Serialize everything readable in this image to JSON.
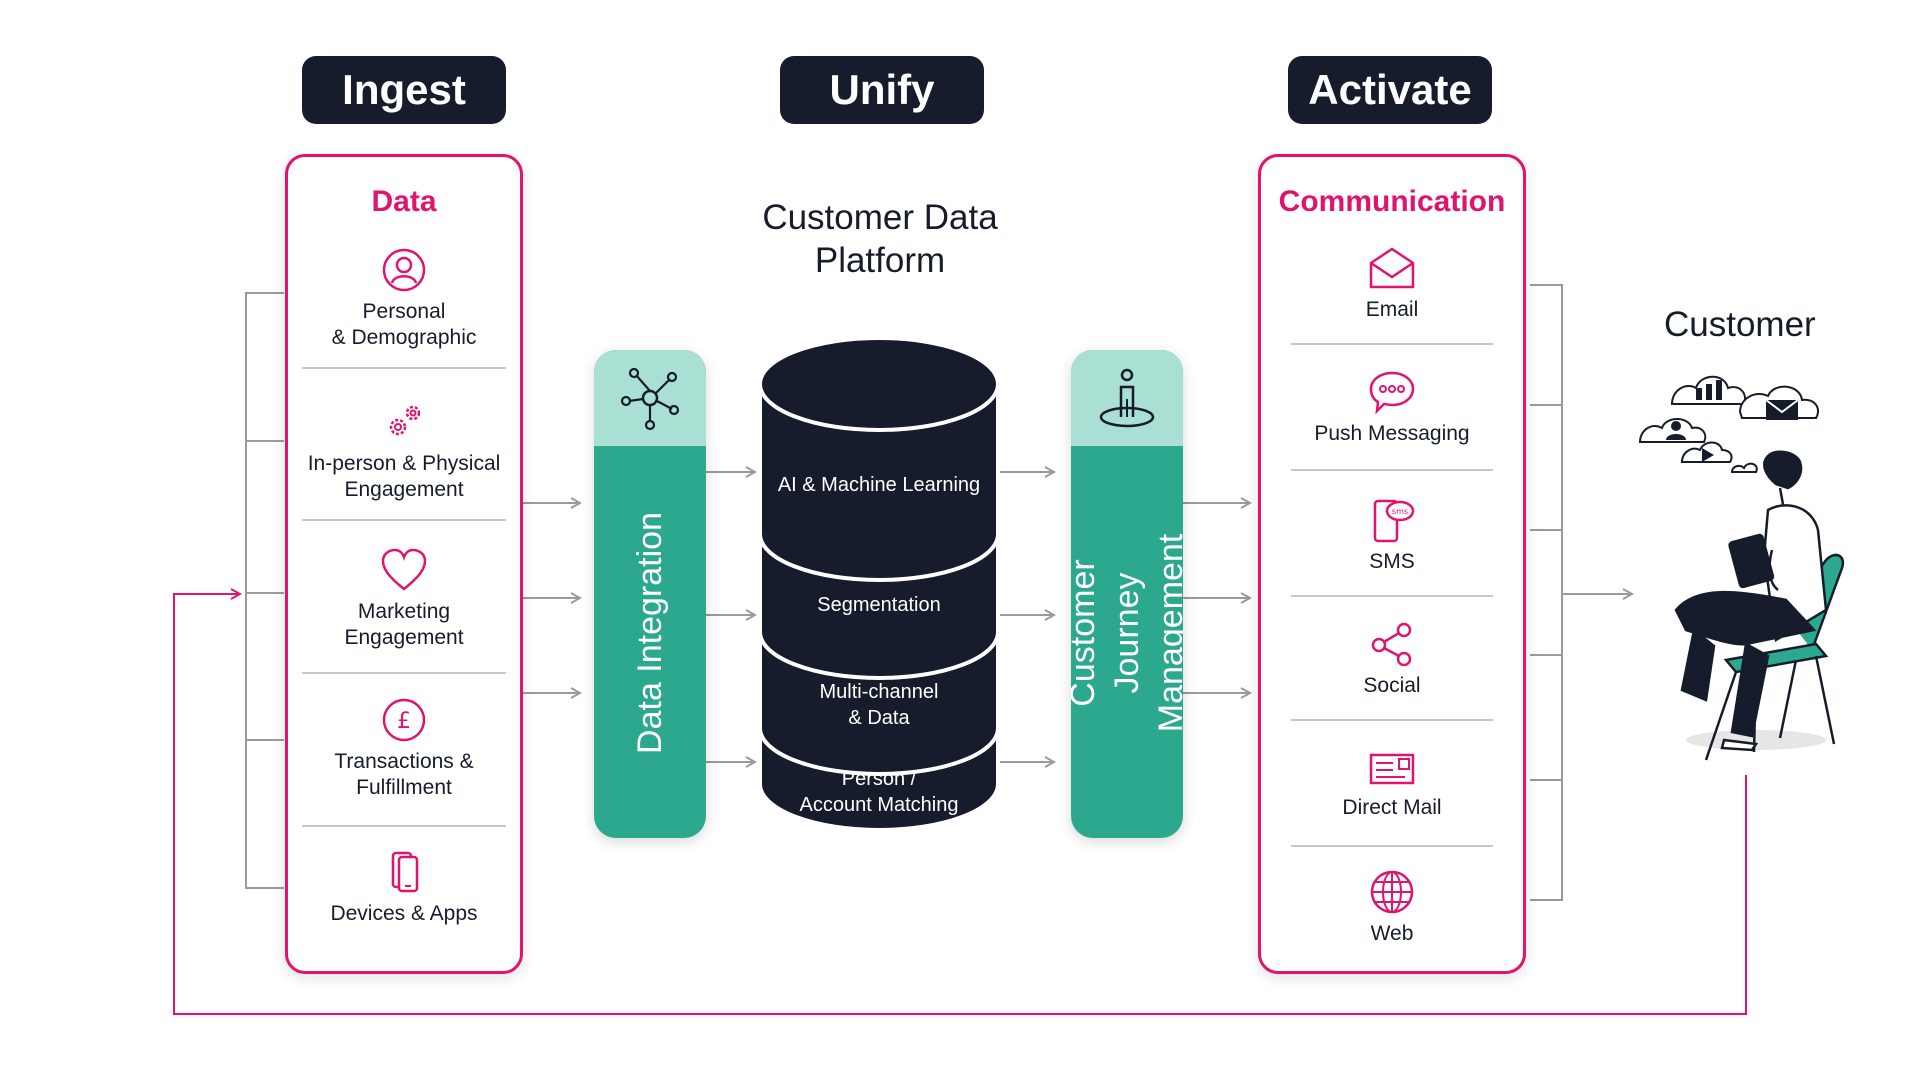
{
  "stages": {
    "ingest": "Ingest",
    "unify": "Unify",
    "activate": "Activate"
  },
  "data_panel": {
    "title": "Data",
    "items": [
      {
        "label": "Personal\n& Demographic",
        "icon": "user-circle-icon"
      },
      {
        "label": "In-person & Physical\nEngagement",
        "icon": "gears-icon"
      },
      {
        "label": "Marketing\nEngagement",
        "icon": "heart-icon"
      },
      {
        "label": "Transactions &\nFulfillment",
        "icon": "pound-coin-icon"
      },
      {
        "label": "Devices & Apps",
        "icon": "devices-icon"
      }
    ]
  },
  "data_integration": {
    "label": "Data Integration",
    "icon": "network-hub-icon"
  },
  "cdp": {
    "title": "Customer Data\nPlatform",
    "layers": [
      "AI & Machine Learning",
      "Segmentation",
      "Multi-channel\n& Data",
      "Person /\nAccount Matching"
    ]
  },
  "journey": {
    "label": "Customer Journey\nManagement",
    "icon": "person-pin-icon"
  },
  "communication_panel": {
    "title": "Communication",
    "items": [
      {
        "label": "Email",
        "icon": "envelope-icon"
      },
      {
        "label": "Push Messaging",
        "icon": "chat-bubble-icon"
      },
      {
        "label": "SMS",
        "icon": "sms-phone-icon"
      },
      {
        "label": "Social",
        "icon": "share-icon"
      },
      {
        "label": "Direct Mail",
        "icon": "mail-card-icon"
      },
      {
        "label": "Web",
        "icon": "globe-icon"
      }
    ]
  },
  "customer": {
    "title": "Customer",
    "illustration": "person-on-chair-illustration"
  },
  "colors": {
    "navy": "#161c2b",
    "pink": "#e0146e",
    "teal": "#2ca88f",
    "teal_light": "#aadfd4",
    "gray": "#9a9a9a"
  }
}
